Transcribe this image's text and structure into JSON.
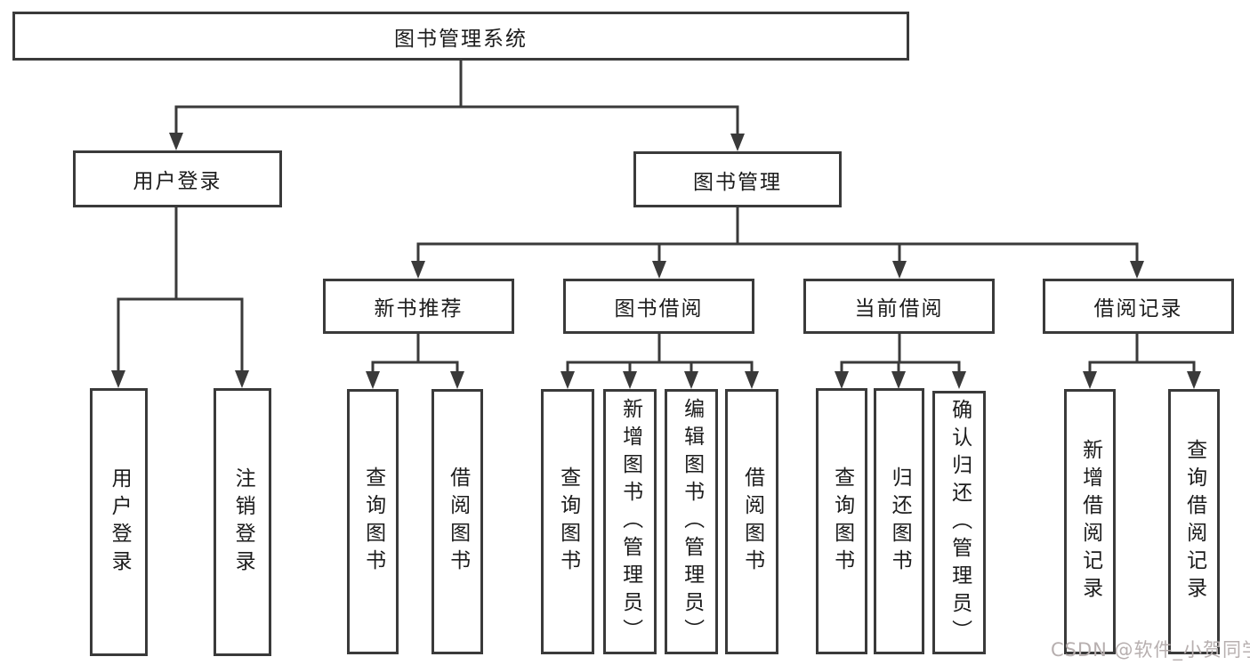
{
  "diagram": {
    "root": {
      "label": "图书管理系统"
    },
    "branches": [
      {
        "label": "用户登录",
        "children": [
          {
            "label": "用户登录"
          },
          {
            "label": "注销登录"
          }
        ]
      },
      {
        "label": "图书管理",
        "children": [
          {
            "label": "新书推荐",
            "children": [
              {
                "label": "查询图书"
              },
              {
                "label": "借阅图书"
              }
            ]
          },
          {
            "label": "图书借阅",
            "children": [
              {
                "label": "查询图书"
              },
              {
                "label": "新增图书（管理员）"
              },
              {
                "label": "编辑图书（管理员）"
              },
              {
                "label": "借阅图书"
              }
            ]
          },
          {
            "label": "当前借阅",
            "children": [
              {
                "label": "查询图书"
              },
              {
                "label": "归还图书"
              },
              {
                "label": "确认归还（管理员）"
              }
            ]
          },
          {
            "label": "借阅记录",
            "children": [
              {
                "label": "新增借阅记录"
              },
              {
                "label": "查询借阅记录"
              }
            ]
          }
        ]
      }
    ]
  },
  "watermark": {
    "text": "CSDN @软件_小贺同学"
  },
  "colors": {
    "line": "#3a3a3a",
    "box_border": "#3a3a3a",
    "box_background": "#ffffff",
    "text": "#1c1c1c",
    "watermark": "#b7afaf",
    "page_background": "#ffffff"
  }
}
